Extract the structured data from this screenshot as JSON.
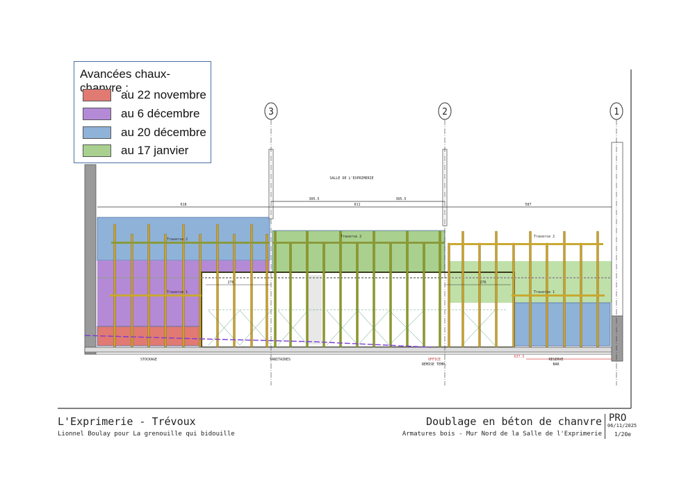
{
  "legend": {
    "title": "Avancées chaux-chanvre :",
    "items": [
      {
        "label": "au 22 novembre",
        "color": "#e07a72"
      },
      {
        "label": "au 6 décembre",
        "color": "#b48ad6"
      },
      {
        "label": "au 20 décembre",
        "color": "#8fb2d9"
      },
      {
        "label": "au 17 janvier",
        "color": "#a9d08e"
      }
    ]
  },
  "axes": [
    "3",
    "2",
    "1"
  ],
  "room_title": "SALLE DE L'EXPRIMERIE",
  "dimensions": {
    "left_span": "618",
    "mid_half_left": "305.5",
    "mid_span": "611",
    "mid_half_right": "305.5",
    "right_span": "587",
    "inner_left": "276",
    "inner_right": "276",
    "red_dim": "637.5",
    "traverse_1": "Traverse 1",
    "traverse_2": "Traverse 2"
  },
  "rooms": {
    "stockage": "STOCKAGE",
    "sanitaires": "SANITAIRES",
    "office": "OFFICE",
    "remise": "REMISE TEMP.",
    "reserve": "RESERVE",
    "bar": "BAR"
  },
  "titleblock": {
    "project": "L'Exprimerie - Trévoux",
    "author": "Lionnel Boulay pour La grenouille qui bidouille",
    "drawing_title": "Doublage en béton de chanvre",
    "drawing_subtitle": "Armatures bois - Mur Nord de la Salle de l'Exprimerie",
    "phase": "PRO",
    "date": "06/11/2025",
    "scale": "1/20e"
  },
  "colors": {
    "stud": "#b8962a",
    "wall": "#9a9a9a",
    "line": "#333333"
  }
}
